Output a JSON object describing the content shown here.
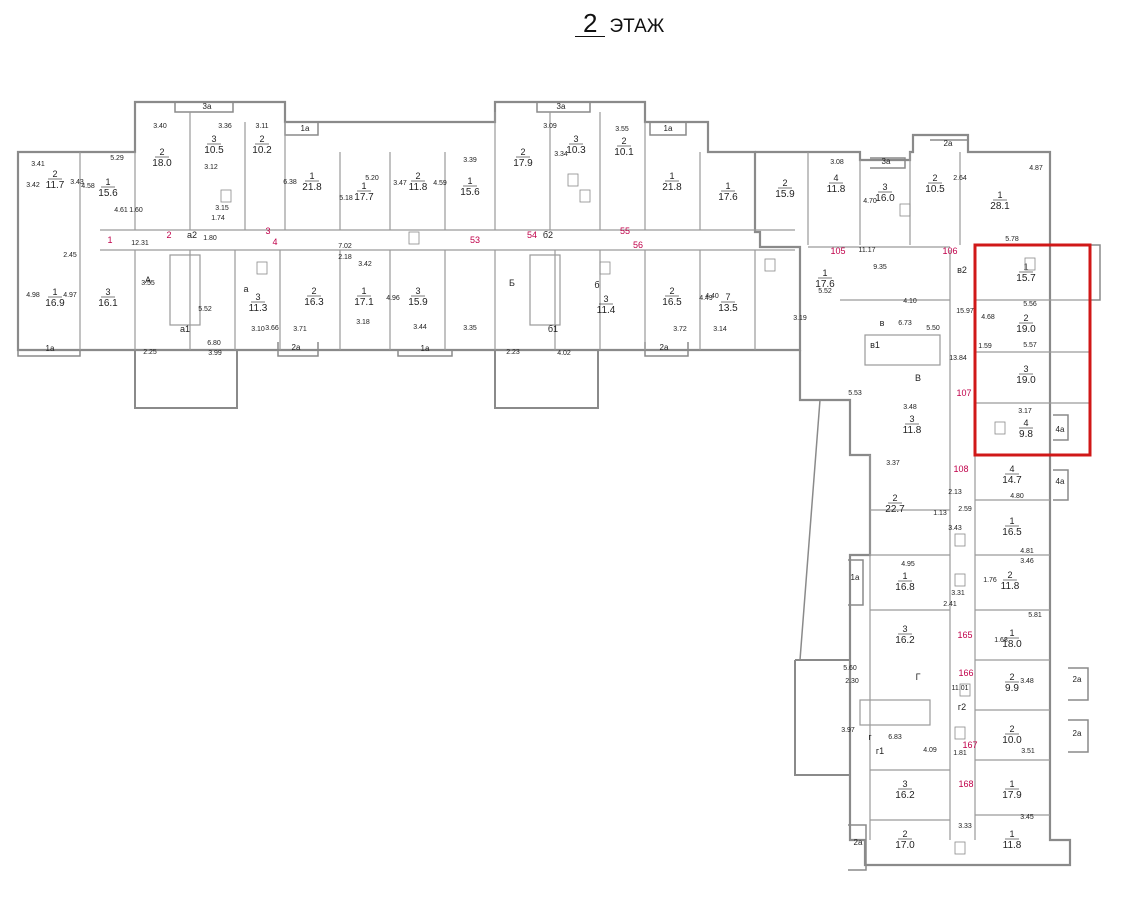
{
  "header": {
    "floor_number": "2",
    "floor_word": "ЭТАЖ"
  },
  "colors": {
    "wall": "#8a8a8a",
    "text": "#222222",
    "label_red": "#c0004a",
    "highlight": "#d01818"
  },
  "legend_units": [
    "1a",
    "2a",
    "3a",
    "4a"
  ],
  "rooms": [
    {
      "id": "r01",
      "no": "2",
      "area": "11.7"
    },
    {
      "id": "r02",
      "no": "1",
      "area": "15.6"
    },
    {
      "id": "r03",
      "no": "2",
      "area": "18.0"
    },
    {
      "id": "r04",
      "no": "3",
      "area": "10.5"
    },
    {
      "id": "r05",
      "no": "2",
      "area": "10.2"
    },
    {
      "id": "r06",
      "no": "1",
      "area": "21.8"
    },
    {
      "id": "r07",
      "no": "1",
      "area": "17.7"
    },
    {
      "id": "r08",
      "no": "2",
      "area": "11.8"
    },
    {
      "id": "r09",
      "no": "1",
      "area": "15.6"
    },
    {
      "id": "r10",
      "no": "2",
      "area": "17.9"
    },
    {
      "id": "r11",
      "no": "3",
      "area": "10.3"
    },
    {
      "id": "r12",
      "no": "2",
      "area": "10.1"
    },
    {
      "id": "r13",
      "no": "1",
      "area": "21.8"
    },
    {
      "id": "r14",
      "no": "1",
      "area": "17.6"
    },
    {
      "id": "r15",
      "no": "2",
      "area": "15.9"
    },
    {
      "id": "r16",
      "no": "4",
      "area": "11.8"
    },
    {
      "id": "r17",
      "no": "3",
      "area": "16.0"
    },
    {
      "id": "r18",
      "no": "2",
      "area": "10.5"
    },
    {
      "id": "r19",
      "no": "1",
      "area": "28.1"
    },
    {
      "id": "r20",
      "no": "1",
      "area": "16.9"
    },
    {
      "id": "r21",
      "no": "3",
      "area": "16.1"
    },
    {
      "id": "r22",
      "no": "3",
      "area": "11.3"
    },
    {
      "id": "r23",
      "no": "2",
      "area": "16.3"
    },
    {
      "id": "r24",
      "no": "1",
      "area": "17.1"
    },
    {
      "id": "r25",
      "no": "3",
      "area": "15.9"
    },
    {
      "id": "r26",
      "no": "3",
      "area": "11.4"
    },
    {
      "id": "r27",
      "no": "2",
      "area": "16.5"
    },
    {
      "id": "r28",
      "no": "7",
      "area": "13.5"
    },
    {
      "id": "r29",
      "no": "1",
      "area": "17.6"
    },
    {
      "id": "r30",
      "no": "1",
      "area": "15.7"
    },
    {
      "id": "r31",
      "no": "2",
      "area": "19.0"
    },
    {
      "id": "r32",
      "no": "3",
      "area": "19.0"
    },
    {
      "id": "r33",
      "no": "4",
      "area": "9.8"
    },
    {
      "id": "r34",
      "no": "3",
      "area": "11.8"
    },
    {
      "id": "r35",
      "no": "2",
      "area": "22.7"
    },
    {
      "id": "r36",
      "no": "4",
      "area": "14.7"
    },
    {
      "id": "r37",
      "no": "1",
      "area": "16.5"
    },
    {
      "id": "r38",
      "no": "1",
      "area": "16.8"
    },
    {
      "id": "r39",
      "no": "2",
      "area": "11.8"
    },
    {
      "id": "r40",
      "no": "3",
      "area": "16.2"
    },
    {
      "id": "r41",
      "no": "1",
      "area": "18.0"
    },
    {
      "id": "r42",
      "no": "2",
      "area": "9.9"
    },
    {
      "id": "r43",
      "no": "2",
      "area": "10.0"
    },
    {
      "id": "r44",
      "no": "3",
      "area": "16.2"
    },
    {
      "id": "r45",
      "no": "1",
      "area": "17.9"
    },
    {
      "id": "r46",
      "no": "2",
      "area": "17.0"
    },
    {
      "id": "r47",
      "no": "1",
      "area": "11.8"
    }
  ],
  "corridor_marks": [
    "1",
    "2",
    "3",
    "4",
    "53",
    "54",
    "55",
    "56",
    "105",
    "106",
    "107",
    "108",
    "165",
    "166",
    "167",
    "168"
  ],
  "zone_labels": [
    "А",
    "Б",
    "В",
    "Г",
    "а",
    "б",
    "в",
    "г",
    "а1",
    "б1",
    "в1",
    "г1",
    "а2",
    "б2",
    "в2",
    "г2"
  ],
  "dimensions": [
    "3.40",
    "3.36",
    "3.11",
    "3.41",
    "3.42",
    "3.43",
    "4.58",
    "5.29",
    "4.61",
    "1.60",
    "1.74",
    "3.15",
    "3.12",
    "6.38",
    "5.18",
    "5.20",
    "3.47",
    "4.59",
    "3.39",
    "12.31",
    "1.80",
    "7.02",
    "2.18",
    "3.42",
    "2.45",
    "4.97",
    "4.98",
    "3.55",
    "5.52",
    "6.80",
    "2.25",
    "3.99",
    "3.10",
    "3.66",
    "3.18",
    "3.71",
    "4.96",
    "3.44",
    "3.35",
    "3.09",
    "3.34",
    "3.55",
    "2.23",
    "4.02",
    "3.72",
    "3.14",
    "4.40",
    "4.49",
    "3.08",
    "4.70",
    "2.64",
    "4.87",
    "5.78",
    "11.17",
    "9.35",
    "5.52",
    "3.19",
    "4.10",
    "6.73",
    "5.50",
    "15.97",
    "13.84",
    "4.68",
    "1.59",
    "5.56",
    "5.57",
    "3.17",
    "2.13",
    "4.80",
    "3.37",
    "4.95",
    "5.81",
    "5.60",
    "2.30",
    "3.97",
    "6.83",
    "4.09",
    "1.81",
    "11.01",
    "3.46",
    "3.48",
    "3.51",
    "3.45",
    "3.33",
    "3.31",
    "2.41",
    "1.68",
    "5.53",
    "3.48",
    "1.13",
    "2.59",
    "3.43",
    "4.81",
    "1.76"
  ]
}
